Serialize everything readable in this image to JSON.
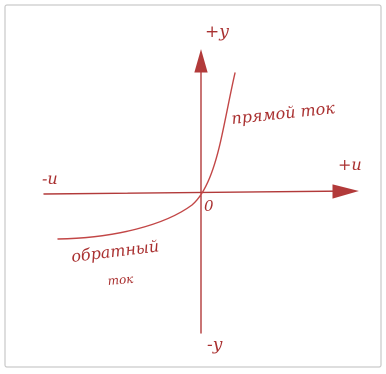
{
  "diagram": {
    "labels": {
      "plus_y": "+y",
      "minus_y": "-y",
      "minus_u": "-u",
      "plus_u": "+u",
      "origin": "0",
      "forward_current": "прямой ток",
      "reverse_current_line1": "обратный",
      "reverse_current_line2": "ток"
    },
    "colors": {
      "paper": "#ffffff",
      "frame": "#b8b8b8",
      "axis": "#b23a3a",
      "curve": "#c24646",
      "text": "#a93030"
    }
  }
}
